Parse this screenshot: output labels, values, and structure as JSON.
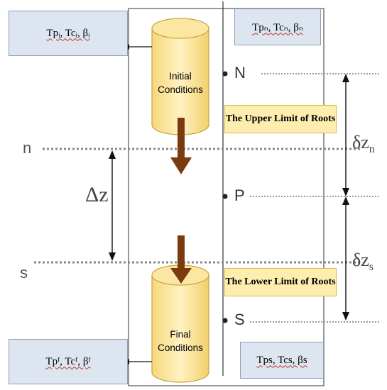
{
  "boxes": {
    "top_left": "Tpᵢ, Tcᵢ, βᵢ",
    "top_right": "Tpₙ, Tcₙ, βₙ",
    "bottom_left": "Tpᶠ, Tcᶠ, βᶠ",
    "bottom_right": "Tps, Tcs, βs"
  },
  "cylinders": {
    "initial_line1": "Initial",
    "initial_line2": "Conditions",
    "final_line1": "Final",
    "final_line2": "Conditions"
  },
  "limits": {
    "upper": "The Upper Limit of Roots",
    "lower": "The Lower Limit of Roots"
  },
  "nodes": {
    "N": "N",
    "P": "P",
    "S": "S"
  },
  "faces": {
    "n": "n",
    "s": "s"
  },
  "dimensions": {
    "delta_z": "Δz",
    "delta_zn_main": "δz",
    "delta_zn_sub": "n",
    "delta_zs_main": "δz",
    "delta_zs_sub": "s"
  },
  "colors": {
    "box_fill": "#dde6f0",
    "cylinder_fill": "#fde9a8",
    "label_fill": "#fdeeb0",
    "arrow_brown": "#7a3b10"
  }
}
